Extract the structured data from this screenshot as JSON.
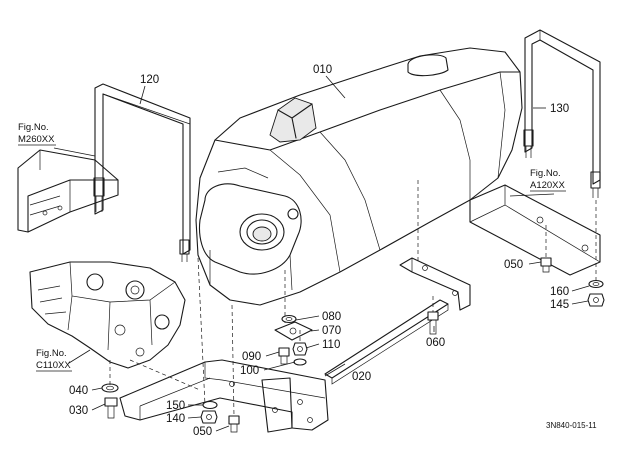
{
  "parts": [
    {
      "id": "p010",
      "label": "010"
    },
    {
      "id": "p020",
      "label": "020"
    },
    {
      "id": "p030",
      "label": "030"
    },
    {
      "id": "p040",
      "label": "040"
    },
    {
      "id": "p050a",
      "label": "050"
    },
    {
      "id": "p050b",
      "label": "050"
    },
    {
      "id": "p060",
      "label": "060"
    },
    {
      "id": "p070",
      "label": "070"
    },
    {
      "id": "p080",
      "label": "080"
    },
    {
      "id": "p090",
      "label": "090"
    },
    {
      "id": "p100",
      "label": "100"
    },
    {
      "id": "p110",
      "label": "110"
    },
    {
      "id": "p120",
      "label": "120"
    },
    {
      "id": "p130",
      "label": "130"
    },
    {
      "id": "p140",
      "label": "140"
    },
    {
      "id": "p145",
      "label": "145"
    },
    {
      "id": "p150",
      "label": "150"
    },
    {
      "id": "p160",
      "label": "160"
    }
  ],
  "figure_refs": {
    "m260": {
      "line1": "Fig.No.",
      "line2": "M260XX"
    },
    "a120": {
      "line1": "Fig.No.",
      "line2": "A120XX"
    },
    "c110": {
      "line1": "Fig.No.",
      "line2": "C110XX"
    }
  },
  "drawing_code": "3N840-015-11"
}
